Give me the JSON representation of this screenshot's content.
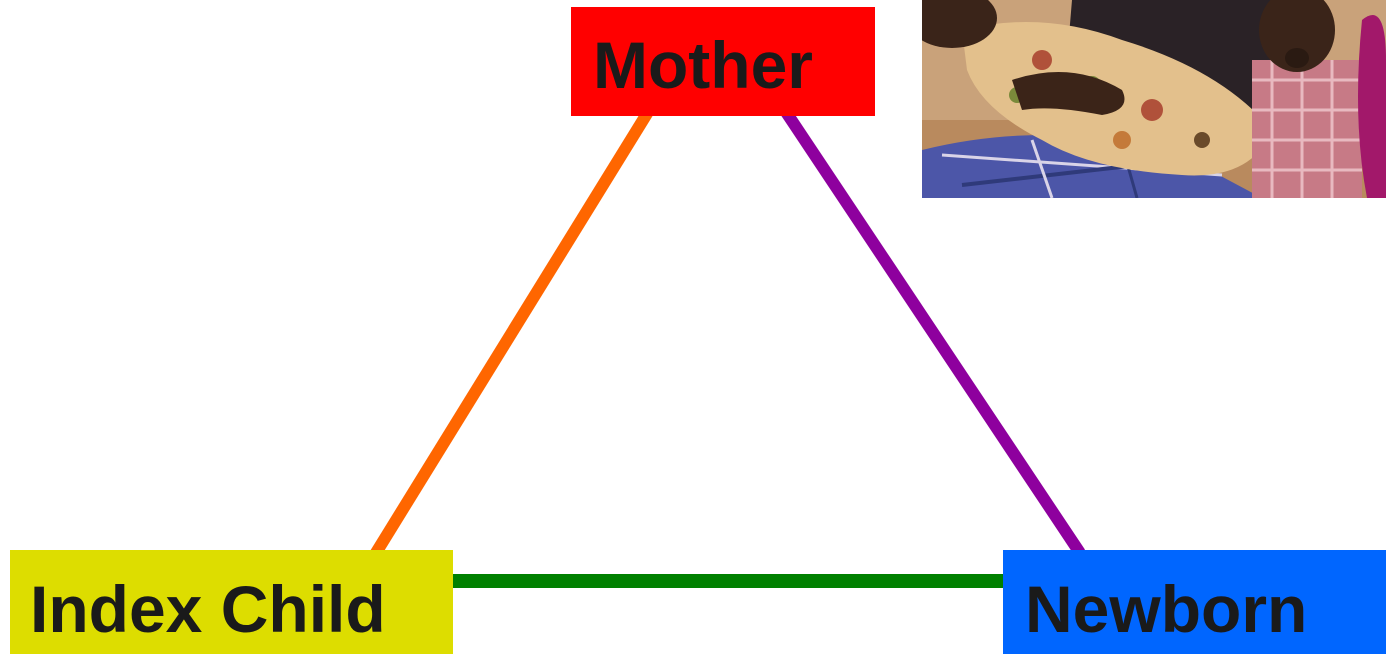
{
  "nodes": {
    "mother": {
      "label": "Mother",
      "color": "#ff0000"
    },
    "index_child": {
      "label": "Index Child",
      "color": "#dddd00"
    },
    "newborn": {
      "label": "Newborn",
      "color": "#0066ff"
    }
  },
  "edges": {
    "mother_index_child": {
      "color": "#ff6600"
    },
    "mother_newborn": {
      "color": "#8e009e"
    },
    "index_child_newborn": {
      "color": "#008000"
    }
  },
  "photo": {
    "subject": "mother holding newborn with young child beside"
  }
}
